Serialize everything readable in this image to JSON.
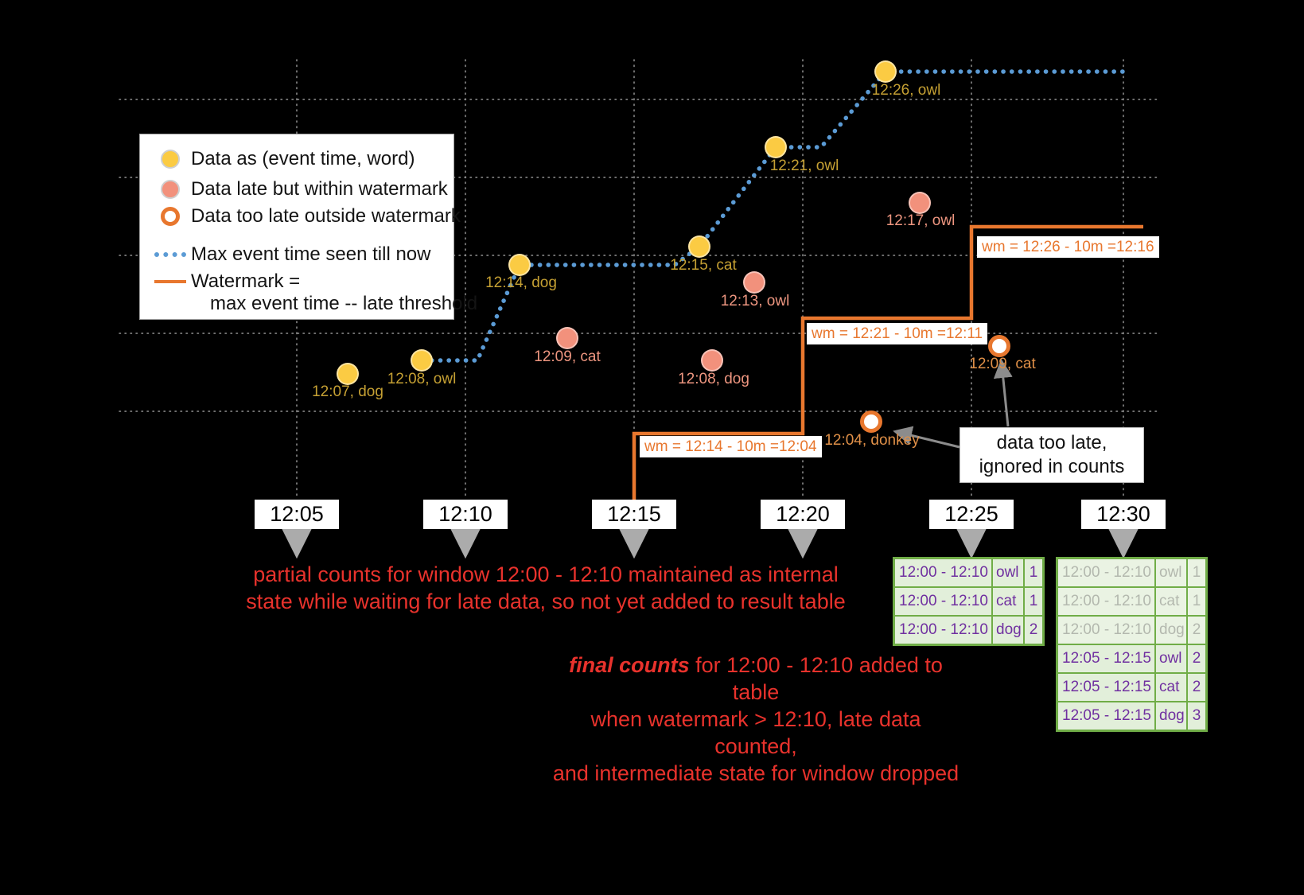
{
  "axis": {
    "ticks": [
      "12:05",
      "12:10",
      "12:15",
      "12:20",
      "12:25",
      "12:30"
    ]
  },
  "legend": {
    "items": [
      {
        "label": "Data as (event time, word)"
      },
      {
        "label": "Data late but within watermark"
      },
      {
        "label": "Data too late outside watermark"
      },
      {
        "label": "Max event time seen till now"
      },
      {
        "label": "Watermark =",
        "label2": "max event time -- late threshold"
      }
    ]
  },
  "points": [
    {
      "label": "12:07, dog",
      "type": "on-time"
    },
    {
      "label": "12:08, owl",
      "type": "on-time"
    },
    {
      "label": "12:14, dog",
      "type": "on-time"
    },
    {
      "label": "12:15, cat",
      "type": "on-time"
    },
    {
      "label": "12:21, owl",
      "type": "on-time"
    },
    {
      "label": "12:26, owl",
      "type": "on-time"
    },
    {
      "label": "12:09, cat",
      "type": "late-within-watermark"
    },
    {
      "label": "12:08, dog",
      "type": "late-within-watermark"
    },
    {
      "label": "12:13, owl",
      "type": "late-within-watermark"
    },
    {
      "label": "12:17, owl",
      "type": "late-within-watermark"
    },
    {
      "label": "12:04, donkey",
      "type": "too-late"
    },
    {
      "label": "12:09, cat",
      "type": "too-late"
    }
  ],
  "watermarks": [
    {
      "label": "wm = 12:14 - 10m =12:04"
    },
    {
      "label": "wm = 12:21 - 10m =12:11"
    },
    {
      "label": "wm = 12:26 - 10m =12:16"
    }
  ],
  "notes": {
    "partial": {
      "line1": "partial counts for window 12:00 - 12:10 maintained as internal",
      "line2": "state while waiting for late data, so not yet added  to result table"
    },
    "final": {
      "emphasis": "final counts",
      "line1_rest": " for 12:00 - 12:10 added to table",
      "line2": "when watermark > 12:10, late data counted,",
      "line3": "and intermediate state for window dropped"
    },
    "too_late": {
      "line1": "data too late,",
      "line2": "ignored in counts"
    }
  },
  "tables": {
    "t1225": {
      "rows": [
        {
          "window": "12:00 - 12:10",
          "word": "owl",
          "count": "1"
        },
        {
          "window": "12:00 - 12:10",
          "word": "cat",
          "count": "1"
        },
        {
          "window": "12:00 - 12:10",
          "word": "dog",
          "count": "2"
        }
      ]
    },
    "t1230": {
      "rows": [
        {
          "window": "12:00 - 12:10",
          "word": "owl",
          "count": "1"
        },
        {
          "window": "12:00 - 12:10",
          "word": "cat",
          "count": "1"
        },
        {
          "window": "12:00 - 12:10",
          "word": "dog",
          "count": "2"
        },
        {
          "window": "12:05 - 12:15",
          "word": "owl",
          "count": "2"
        },
        {
          "window": "12:05 - 12:15",
          "word": "cat",
          "count": "2"
        },
        {
          "window": "12:05 - 12:15",
          "word": "dog",
          "count": "3"
        }
      ]
    }
  },
  "colors": {
    "background": "#000000",
    "on_time_point": "#FBCB43",
    "late_point": "#F2917C",
    "too_late_ring": "#E8772E",
    "max_event_line": "#5B9BD5",
    "watermark_line": "#E8772E",
    "note_red": "#E8322C",
    "table_border": "#70AD47",
    "table_fill": "#E2EFDA",
    "table_text": "#7030A0"
  }
}
